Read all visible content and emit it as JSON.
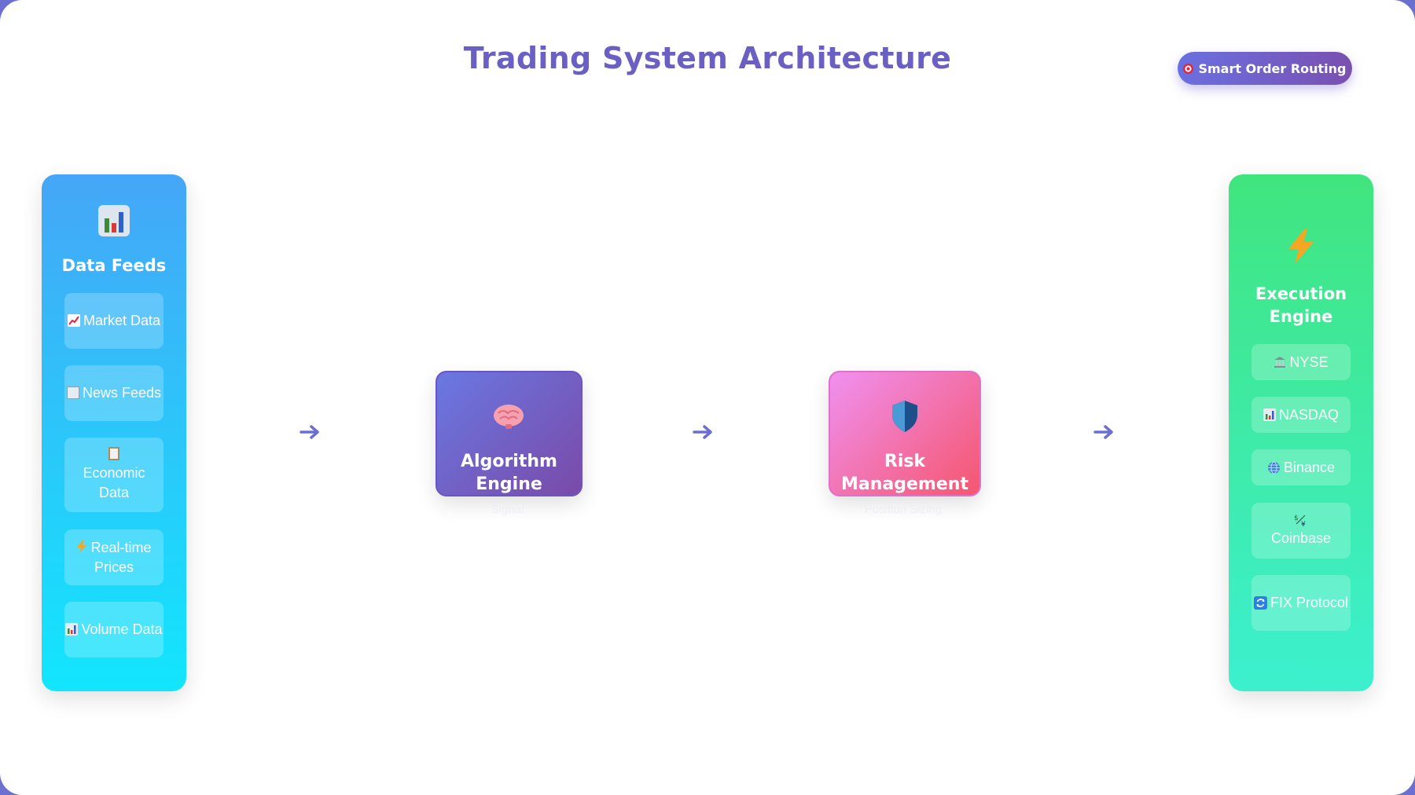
{
  "title": "Trading System Architecture",
  "badge": {
    "label": "Smart Order Routing",
    "icon": "target-icon"
  },
  "data_feeds": {
    "title": "Data Feeds",
    "icon": "bar-chart-icon",
    "items": [
      {
        "icon": "chart-up-icon",
        "label": "Market Data"
      },
      {
        "icon": "newspaper-icon",
        "label": "News Feeds"
      },
      {
        "icon": "clipboard-icon",
        "label": "Economic Data"
      },
      {
        "icon": "lightning-icon",
        "label": "Real-time Prices"
      },
      {
        "icon": "bar-chart-icon",
        "label": "Volume Data"
      }
    ]
  },
  "algorithm_engine": {
    "label": "Algorithm Engine",
    "icon": "brain-icon",
    "sub": "Signal"
  },
  "risk_management": {
    "label": "Risk Management",
    "icon": "shield-icon",
    "sub": "Position Sizing"
  },
  "execution_engine": {
    "title": "Execution Engine",
    "icon": "lightning-icon",
    "items": [
      {
        "icon": "bank-icon",
        "label": "NYSE"
      },
      {
        "icon": "bar-chart-icon",
        "label": "NASDAQ"
      },
      {
        "icon": "globe-icon",
        "label": "Binance"
      },
      {
        "icon": "currency-exchange-icon",
        "label": "Coinbase"
      },
      {
        "icon": "sync-icon",
        "label": "FIX Protocol"
      }
    ]
  },
  "colors": {
    "title": "#6a60c4",
    "data_feeds": "#45a6f7",
    "algorithm": "#6a78e2",
    "risk": "#f5566e",
    "execution": "#40e57e",
    "arrow": "#6a6fd0"
  }
}
